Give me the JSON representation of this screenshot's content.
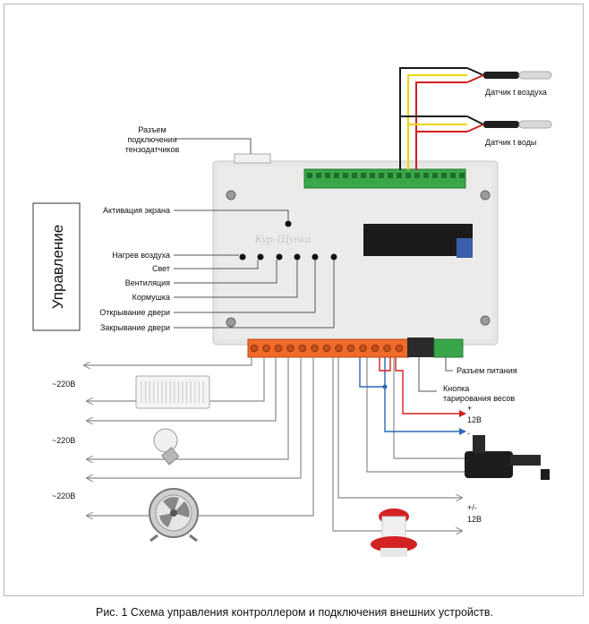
{
  "caption": "Рис. 1 Схема управления контроллером и подключения внешних устройств.",
  "side_panel": {
    "title": "Управление"
  },
  "sensor_connector": {
    "line1": "Разъем",
    "line2": "подключения",
    "line3": "тензодатчиков"
  },
  "buttons": {
    "screen": "Активация экрана",
    "heat": "Нагрев воздуха",
    "light": "Свет",
    "vent": "Вентиляция",
    "feeder": "Кормушка",
    "open": "Открывание двери",
    "close": "Закрывание двери"
  },
  "sensors": {
    "air": "Датчик t воздуха",
    "water": "Датчик t воды"
  },
  "device": {
    "logo": "Кур-Щупка"
  },
  "power": {
    "label": "Разъем питания"
  },
  "tare": {
    "line1": "Кнопка",
    "line2": "тарирования весов"
  },
  "outputs": {
    "v220_a": "~220В",
    "v220_b": "~220В",
    "v220_c": "~220В",
    "plus": "+",
    "v12_a": "12В",
    "minus": "-",
    "plusminus": "+/-",
    "v12_b": "12В"
  },
  "colors": {
    "wire_black": "#1a1a1a",
    "wire_yellow": "#f0d400",
    "wire_red": "#d21f1f",
    "wire_blue": "#2c68b5",
    "terminal_orange": "#f06a2a",
    "terminal_green": "#3aa64a"
  }
}
